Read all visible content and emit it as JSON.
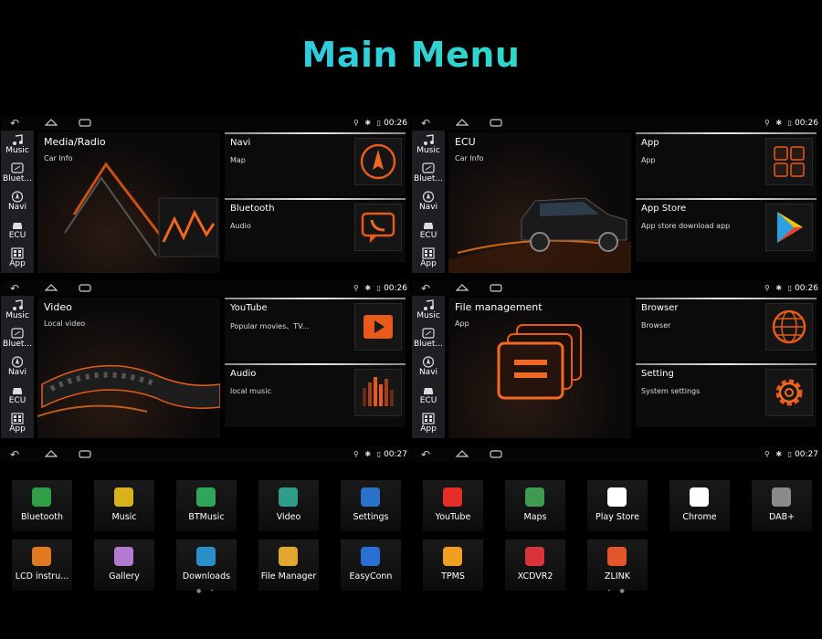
{
  "page": {
    "title": "Main Menu"
  },
  "status": {
    "time_a": "00:26",
    "time_b": "00:27",
    "status_icons": "⚲ ✱ ▯"
  },
  "sidebar": {
    "back_icon": "↶",
    "items": [
      {
        "label": "Music",
        "icon": "music-note-icon"
      },
      {
        "label": "Bluet...",
        "icon": "bluetooth-phone-icon"
      },
      {
        "label": "Navi",
        "icon": "navigation-icon"
      },
      {
        "label": "ECU",
        "icon": "car-icon"
      },
      {
        "label": "App",
        "icon": "app-grid-icon"
      }
    ]
  },
  "screens": [
    {
      "big": {
        "title": "Media/Radio",
        "subtitle": "Car Info"
      },
      "cards": [
        {
          "title": "Navi",
          "subtitle": "Map"
        },
        {
          "title": "Bluetooth",
          "subtitle": "Audio"
        }
      ],
      "dots": "● • • •"
    },
    {
      "big": {
        "title": "ECU",
        "subtitle": "Car Info"
      },
      "cards": [
        {
          "title": "App",
          "subtitle": "App"
        },
        {
          "title": "App Store",
          "subtitle": "App store download app"
        }
      ],
      "dots": "• ● • •"
    },
    {
      "big": {
        "title": "Video",
        "subtitle": "Local video"
      },
      "cards": [
        {
          "title": "YouTube",
          "subtitle": "Popular movies、TV..."
        },
        {
          "title": "Audio",
          "subtitle": "local music"
        }
      ],
      "dots": "• • ● •"
    },
    {
      "big": {
        "title": "File management",
        "subtitle": "App"
      },
      "cards": [
        {
          "title": "Browser",
          "subtitle": "Browser"
        },
        {
          "title": "Setting",
          "subtitle": "System settings"
        }
      ],
      "dots": "• • • ●"
    }
  ],
  "app_drawer_left": {
    "dots": "● •",
    "apps": [
      {
        "label": "Bluetooth",
        "color": "#2e9e47",
        "icon": "phone-icon"
      },
      {
        "label": "Music",
        "color": "#d9b21a",
        "icon": "music-icon"
      },
      {
        "label": "BTMusic",
        "color": "#2fa65a",
        "icon": "headphones-icon"
      },
      {
        "label": "Video",
        "color": "#2f9d8a",
        "icon": "play-icon"
      },
      {
        "label": "Settings",
        "color": "#2a72c8",
        "icon": "gear-icon"
      },
      {
        "label": "LCD instru...",
        "color": "#e07a1e",
        "icon": "dashboard-icon"
      },
      {
        "label": "Gallery",
        "color": "#b27ad0",
        "icon": "gallery-icon"
      },
      {
        "label": "Downloads",
        "color": "#2a8fc8",
        "icon": "download-icon"
      },
      {
        "label": "File Manager",
        "color": "#e2a72e",
        "icon": "folder-icon"
      },
      {
        "label": "EasyConn",
        "color": "#2a6fd6",
        "icon": "easyconn-icon"
      }
    ]
  },
  "app_drawer_right": {
    "dots": "• ●",
    "apps": [
      {
        "label": "YouTube",
        "color": "#e52d27",
        "icon": "youtube-icon"
      },
      {
        "label": "Maps",
        "color": "#3f9b4f",
        "icon": "maps-icon"
      },
      {
        "label": "Play Store",
        "color": "#ffffff",
        "icon": "play-store-icon"
      },
      {
        "label": "Chrome",
        "color": "#ffffff",
        "icon": "chrome-icon"
      },
      {
        "label": "DAB+",
        "color": "#8a8a8a",
        "icon": "radio-icon"
      },
      {
        "label": "TPMS",
        "color": "#f0a020",
        "icon": "tire-pressure-icon"
      },
      {
        "label": "XCDVR2",
        "color": "#d8343a",
        "icon": "camera-icon"
      },
      {
        "label": "ZLINK",
        "color": "#e3562a",
        "icon": "zlink-icon"
      }
    ]
  }
}
